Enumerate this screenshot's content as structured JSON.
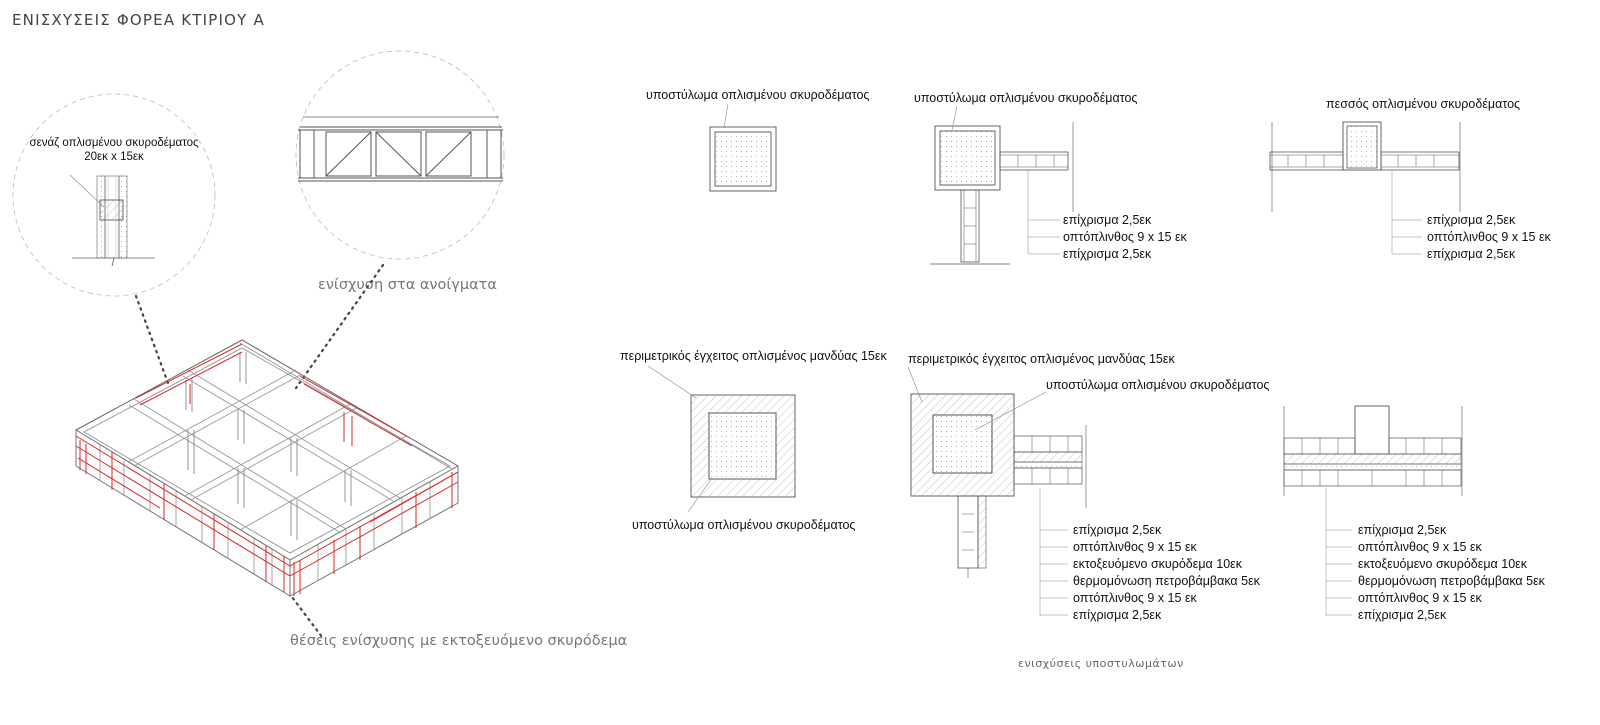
{
  "title": "ΕΝΙΣΧΥΣΕΙΣ ΦΟΡΕΑ ΚΤΙΡΙΟΥ Α",
  "captions": {
    "openings": "ενίσχυση στα ανοίγματα",
    "shotcrete": "θέσεις ενίσχυσης με εκτοξευόμενο σκυρόδεμα",
    "columns": "ενισχύσεις  υποστυλωμάτων"
  },
  "detail_lintel": {
    "line1": "σενάζ οπλισμένου σκυροδέματος",
    "line2": "20εκ x 15εκ"
  },
  "labels": {
    "col1_top": "υποστύλωμα οπλισμένου σκυροδέματος",
    "col2_top": "υποστύλωμα οπλισμένου σκυροδέματος",
    "col3_top": "πεσσός οπλισμένου σκυροδέματος",
    "jacket_left": "περιμετρικός έγχειτος οπλισμένος μανδύας 15εκ",
    "jacket_left_bottom": "υποστύλωμα οπλισμένου σκυροδέματος",
    "jacket_mid": "περιμετρικός έγχειτος οπλισμένος μανδύας 15εκ",
    "jacket_mid_column": "υποστύλωμα οπλισμένου σκυροδέματος"
  },
  "wall_layers_simple": [
    "επίχρισμα 2,5εκ",
    "οπτόπλινθος 9 x 15 εκ",
    "επίχρισμα 2,5εκ"
  ],
  "wall_layers_reinforced": [
    "επίχρισμα 2,5εκ",
    "οπτόπλινθος 9 x 15 εκ",
    "εκτοξευόμενο σκυρόδεμα 10εκ",
    "θερμομόνωση πετροβάμβακα 5εκ",
    "οπτόπλινθος 9 x 15 εκ",
    "επίχρισμα 2,5εκ"
  ],
  "colors": {
    "accent": "#d42b2b",
    "line": "#555555",
    "guide": "#aaaaaa"
  }
}
